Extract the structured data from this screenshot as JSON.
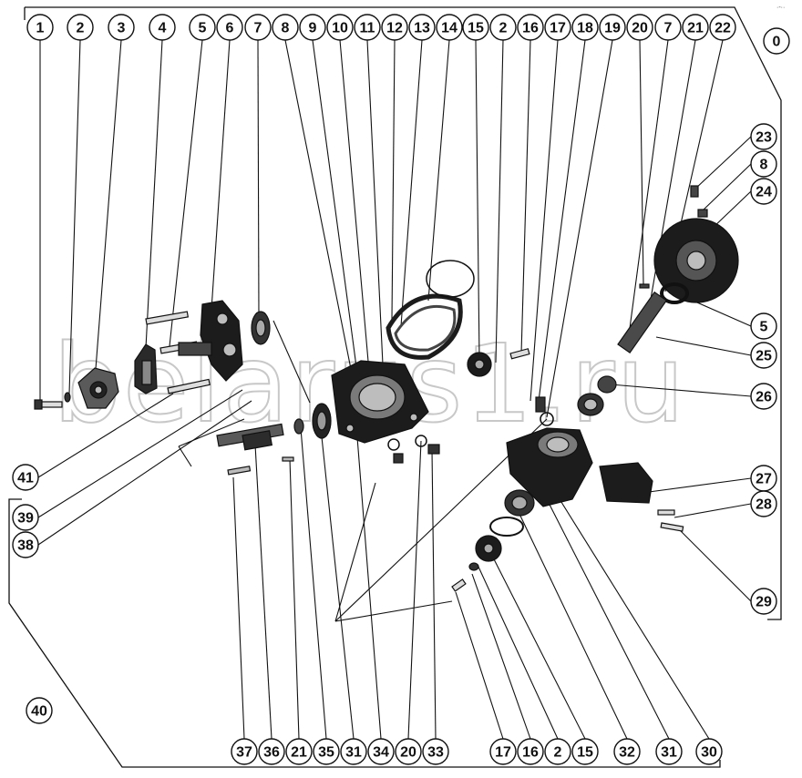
{
  "top_callouts": [
    "1",
    "2",
    "3",
    "4",
    "5",
    "6",
    "7",
    "8",
    "9",
    "10",
    "11",
    "12",
    "13",
    "14",
    "15",
    "2",
    "16",
    "17",
    "18",
    "19",
    "20",
    "7",
    "21",
    "22"
  ],
  "assembly_callout": "0",
  "right_callouts": [
    "23",
    "8",
    "24",
    "5",
    "25",
    "26",
    "27",
    "28",
    "29"
  ],
  "left_callouts": [
    "41",
    "39",
    "38"
  ],
  "outer_callout": "40",
  "bottom_callouts": [
    "37",
    "36",
    "21",
    "35",
    "31",
    "34",
    "20",
    "33",
    "17",
    "16",
    "2",
    "15",
    "32",
    "31",
    "30"
  ],
  "watermark": "belarus1.ru",
  "corner_tag": "·-··",
  "colors": {
    "ink": "#111111",
    "part_dark": "#1c1c1c",
    "part_mid": "#5a5a5a",
    "part_light": "#bdbdbd",
    "watermark": "#c8c8c8"
  }
}
